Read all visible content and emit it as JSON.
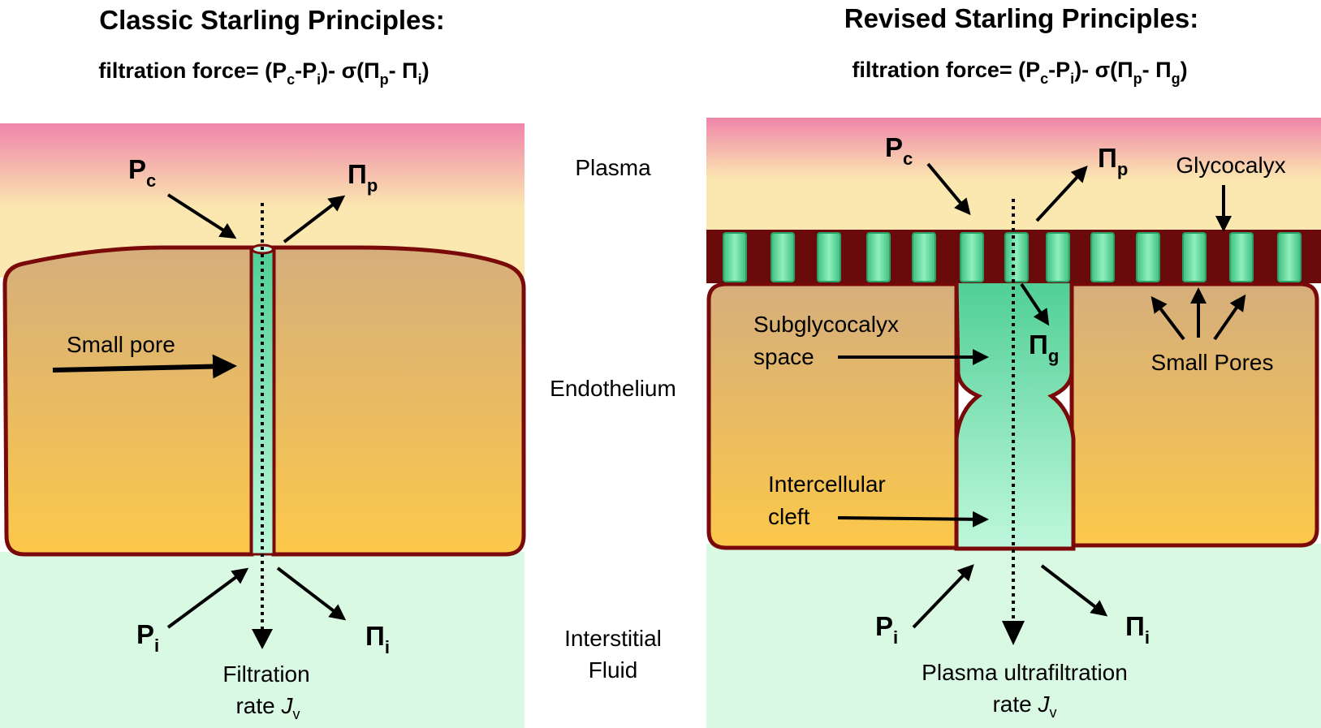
{
  "left": {
    "title": "Classic Starling Principles:",
    "formula": {
      "prefix": "filtration force= (P",
      "s1": "c",
      "t1": "-P",
      "s2": "i",
      "t2": ")- σ(Π",
      "s3": "p",
      "t3": "- Π",
      "s4": "i",
      "t4": ")"
    },
    "labels": {
      "small_pore": "Small pore",
      "filtration_line1": "Filtration",
      "filtration_line2": "rate ",
      "jv": "J",
      "jv_sub": "v"
    },
    "symbols": {
      "pc": "P",
      "pc_sub": "c",
      "pip": "Π",
      "pip_sub": "p",
      "pi": "P",
      "pi_sub": "i",
      "pii": "Π",
      "pii_sub": "i"
    }
  },
  "middle": {
    "plasma": "Plasma",
    "endothelium": "Endothelium",
    "interstitial_line1": "Interstitial",
    "interstitial_line2": "Fluid"
  },
  "right": {
    "title": "Revised Starling Principles:",
    "formula": {
      "prefix": "filtration force= (P",
      "s1": "c",
      "t1": "-P",
      "s2": "i",
      "t2": ")- σ(Π",
      "s3": "p",
      "t3": "- Π",
      "s4": "g",
      "t4": ")"
    },
    "labels": {
      "glycocalyx": "Glycocalyx",
      "subglycocalyx_line1": "Subglycocalyx",
      "subglycocalyx_line2": "space",
      "small_pores": "Small Pores",
      "intercellular_line1": "Intercellular",
      "intercellular_line2": "cleft",
      "ultra_line1": "Plasma ultrafiltration",
      "ultra_line2": "rate ",
      "jv": "J",
      "jv_sub": "v"
    },
    "symbols": {
      "pc": "P",
      "pc_sub": "c",
      "pip": "Π",
      "pip_sub": "p",
      "pig": "Π",
      "pig_sub": "g",
      "pi": "P",
      "pi_sub": "i",
      "pii": "Π",
      "pii_sub": "i"
    }
  },
  "colors": {
    "plasma_top": "#ef85aa",
    "plasma_bottom": "#fbe8b0",
    "cell_top": "#d8b07a",
    "cell_bottom": "#fbc84a",
    "interstitial": "#d9f9e3",
    "cell_border": "#7a0a0a",
    "pore_fill": "#6fe0a8",
    "glycocalyx": "#6b0a0a"
  }
}
